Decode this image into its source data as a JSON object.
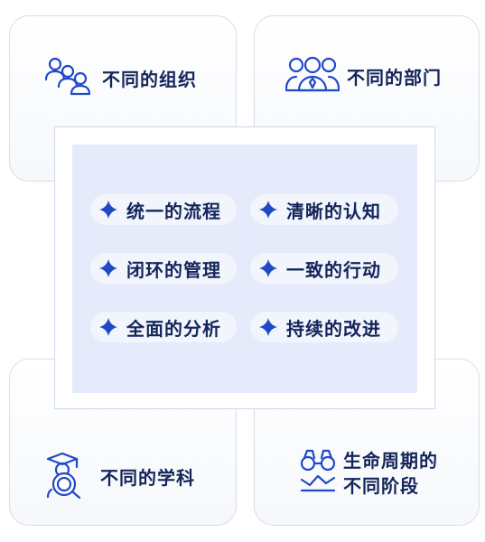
{
  "colors": {
    "accent": "#1f49c9",
    "text": "#13255a",
    "panel": "#e6ebfb",
    "card_border": "#d8dde8"
  },
  "cards": {
    "top_left": {
      "icon": "people-group-icon",
      "label": "不同的组织"
    },
    "top_right": {
      "icon": "team-members-icon",
      "label": "不同的部门"
    },
    "bottom_left": {
      "icon": "scholar-magnifier-icon",
      "label": "不同的学科"
    },
    "bottom_right": {
      "icon": "binoculars-chart-icon",
      "label_line1": "生命周期的",
      "label_line2": "不同阶段"
    }
  },
  "center": {
    "items": [
      {
        "label": "统一的流程"
      },
      {
        "label": "清晰的认知"
      },
      {
        "label": "闭环的管理"
      },
      {
        "label": "一致的行动"
      },
      {
        "label": "全面的分析"
      },
      {
        "label": "持续的改进"
      }
    ]
  }
}
